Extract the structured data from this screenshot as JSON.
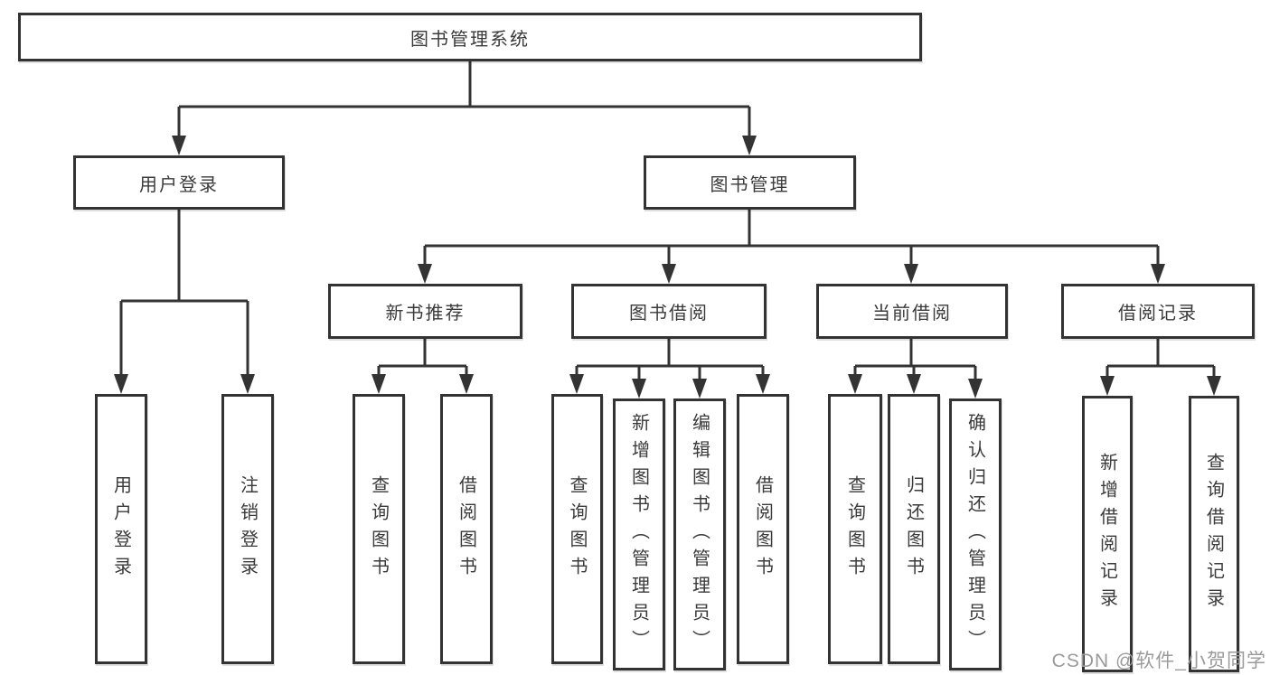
{
  "tree": {
    "label": "图书管理系统",
    "children": [
      {
        "label": "用户登录",
        "children": [
          {
            "label": "用户登录"
          },
          {
            "label": "注销登录"
          }
        ]
      },
      {
        "label": "图书管理",
        "children": [
          {
            "label": "新书推荐",
            "children": [
              {
                "label": "查询图书"
              },
              {
                "label": "借阅图书"
              }
            ]
          },
          {
            "label": "图书借阅",
            "children": [
              {
                "label": "查询图书"
              },
              {
                "label": "新增图书（管理员）"
              },
              {
                "label": "编辑图书（管理员）"
              },
              {
                "label": "借阅图书"
              }
            ]
          },
          {
            "label": "当前借阅",
            "children": [
              {
                "label": "查询图书"
              },
              {
                "label": "归还图书"
              },
              {
                "label": "确认归还（管理员）"
              }
            ]
          },
          {
            "label": "借阅记录",
            "children": [
              {
                "label": "新增借阅记录"
              },
              {
                "label": "查询借阅记录"
              }
            ]
          }
        ]
      }
    ]
  },
  "watermark": {
    "text": "CSDN @软件_小贺同学"
  },
  "colors": {
    "line": "#333333",
    "text": "#3a3a3a",
    "watermark": "#9b9b9b",
    "background": "#ffffff"
  }
}
